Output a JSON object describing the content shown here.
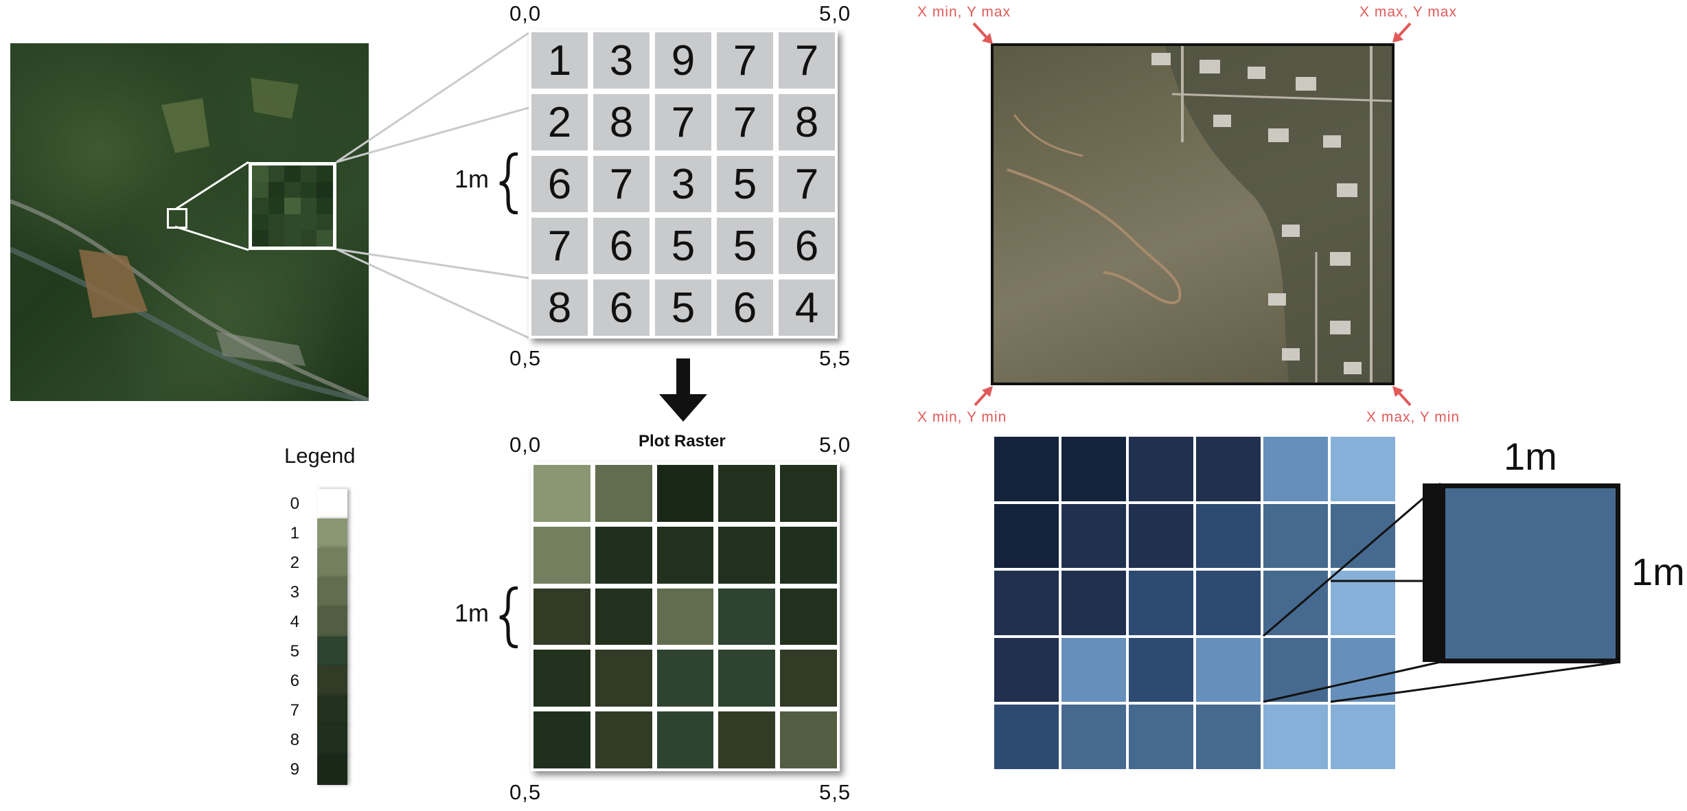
{
  "coords": {
    "top_grid": {
      "tl": "0,0",
      "tr": "5,0",
      "bl": "0,5",
      "br": "5,5"
    },
    "bottom_grid": {
      "tl": "0,0",
      "tr": "5,0",
      "bl": "0,5",
      "br": "5,5"
    }
  },
  "cell_size_label": "1m",
  "plot_title": "Plot Raster",
  "number_grid": [
    [
      1,
      3,
      9,
      7,
      7
    ],
    [
      2,
      8,
      7,
      7,
      8
    ],
    [
      6,
      7,
      3,
      5,
      7
    ],
    [
      7,
      6,
      5,
      5,
      6
    ],
    [
      8,
      6,
      5,
      6,
      4
    ]
  ],
  "legend": {
    "title": "Legend",
    "items": [
      {
        "label": "0",
        "color": "#ffffff"
      },
      {
        "label": "1",
        "color": "#8a9772"
      },
      {
        "label": "2",
        "color": "#737f5e"
      },
      {
        "label": "3",
        "color": "#616d4e"
      },
      {
        "label": "4",
        "color": "#525e42"
      },
      {
        "label": "5",
        "color": "#2e4430"
      },
      {
        "label": "6",
        "color": "#323b26"
      },
      {
        "label": "7",
        "color": "#22311d"
      },
      {
        "label": "8",
        "color": "#1f301f"
      },
      {
        "label": "9",
        "color": "#1a2818"
      }
    ]
  },
  "corner_labels": {
    "tl": "X min, Y max",
    "tr": "X max, Y max",
    "bl": "X min, Y min",
    "br": "X max, Y min"
  },
  "blue_grid": [
    [
      "#14223b",
      "#14223b",
      "#22304f",
      "#22304f",
      "#6690bb",
      "#86b0d8"
    ],
    [
      "#14223b",
      "#22304f",
      "#22304f",
      "#2d4a72",
      "#46698f",
      "#46698f"
    ],
    [
      "#22304f",
      "#22304f",
      "#2d4a72",
      "#2d4a72",
      "#46698f",
      "#86b0d8"
    ],
    [
      "#22304f",
      "#6690bb",
      "#2d4a72",
      "#6690bb",
      "#46698f",
      "#6690bb"
    ],
    [
      "#2d4a72",
      "#46698f",
      "#46698f",
      "#46698f",
      "#86b0d8",
      "#86b0d8"
    ]
  ],
  "zoom_cell_color": "#46698f",
  "zoom_width_label": "1m",
  "zoom_height_label": "1m"
}
